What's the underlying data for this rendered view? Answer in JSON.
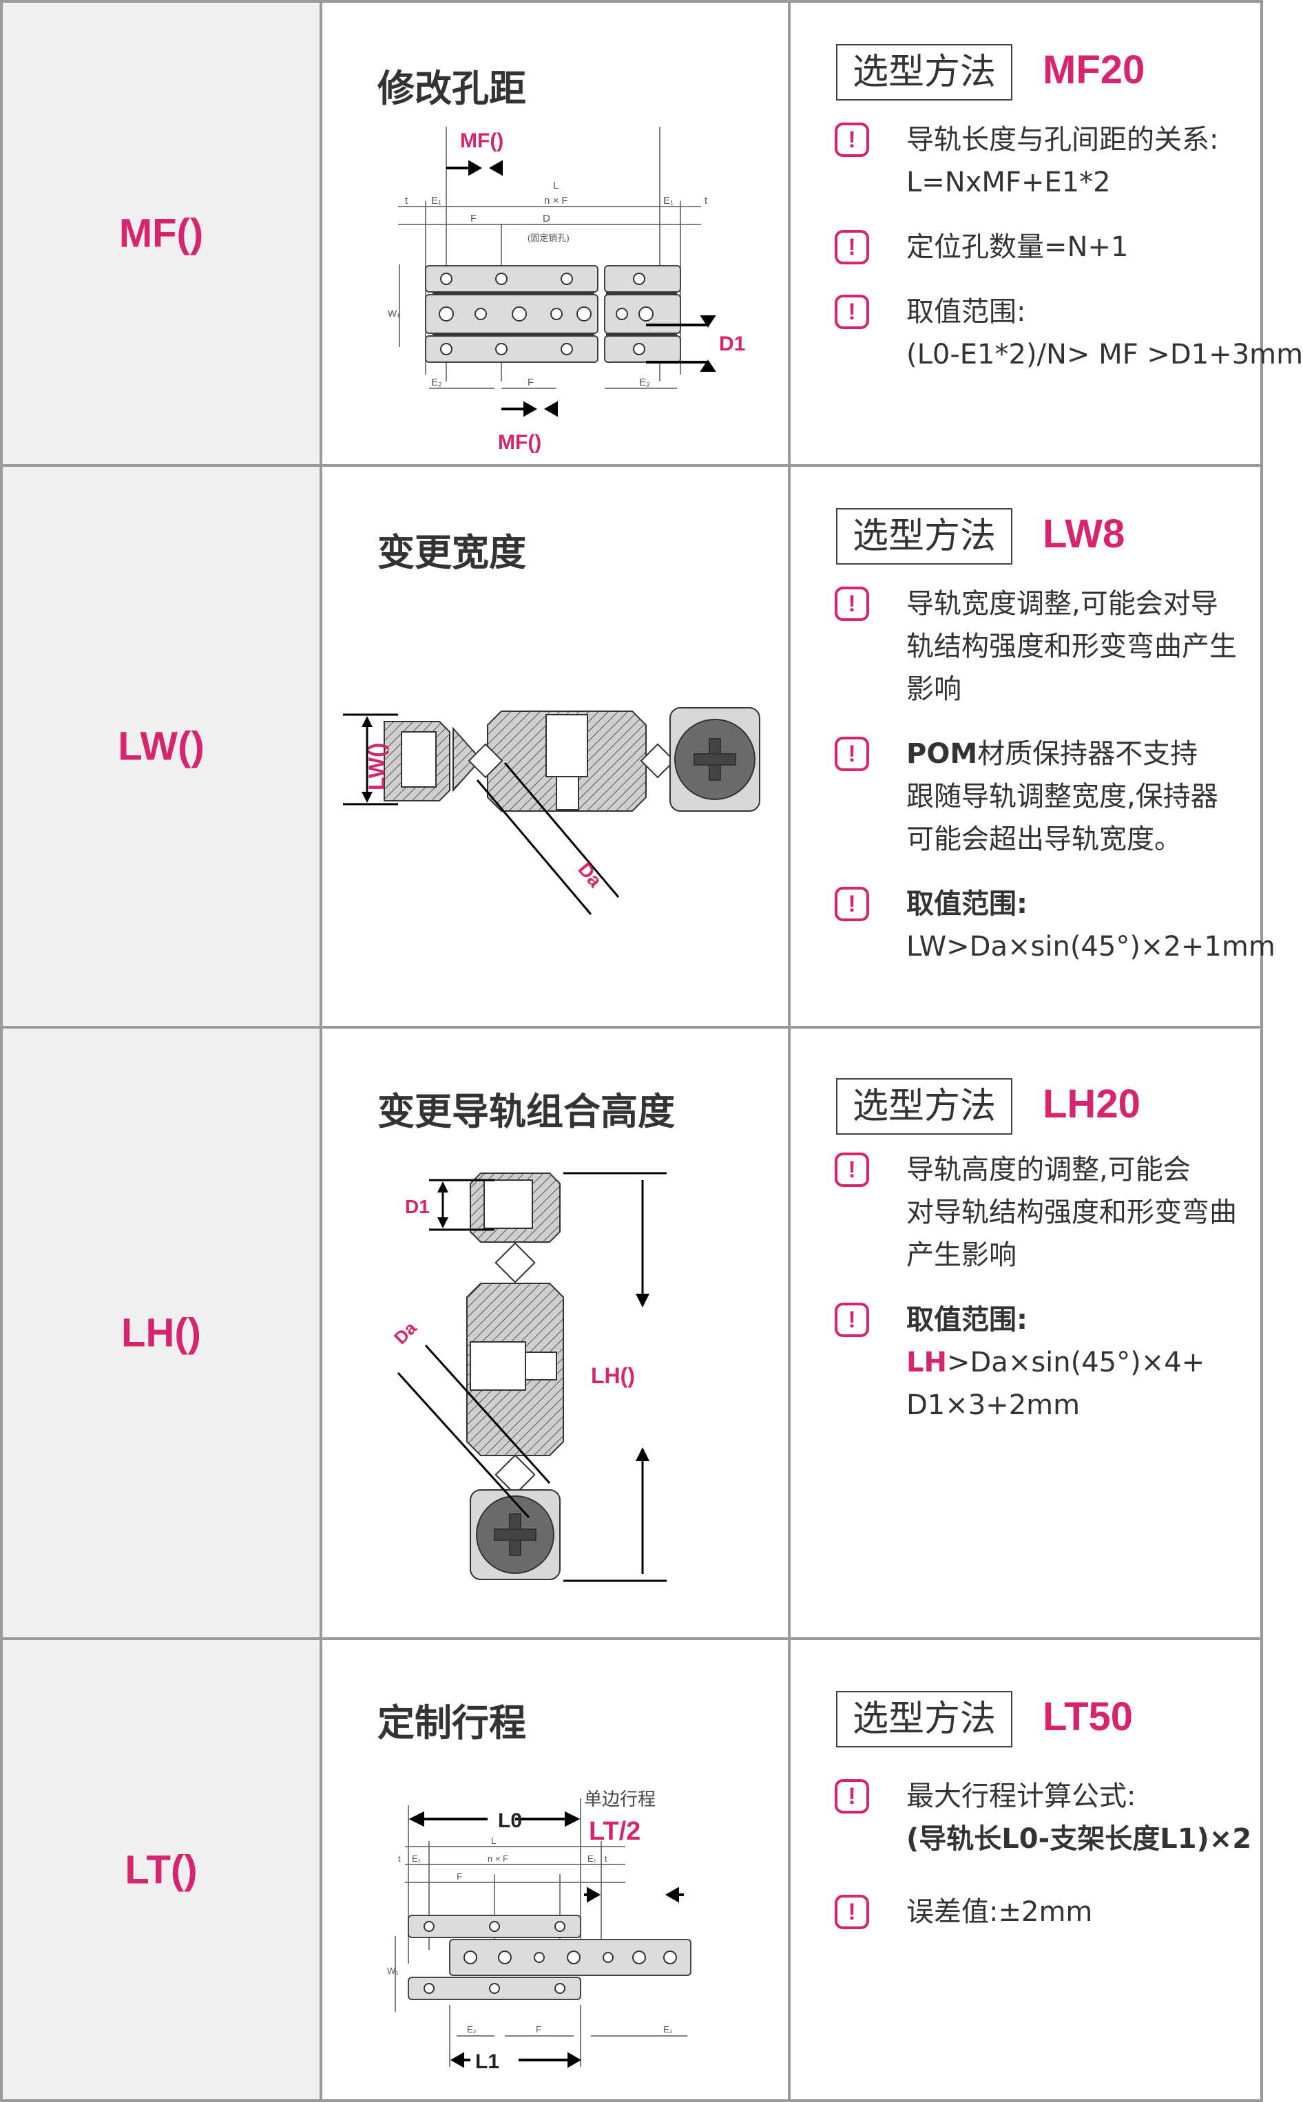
{
  "rows": [
    {
      "param": "MF()",
      "title": "修改孔距",
      "method_label": "选型方法",
      "code": "MF20",
      "diagram": {
        "mf_top": "MF()",
        "mf_bottom": "MF()",
        "d1": "D1",
        "l": "L",
        "t": "t",
        "e1": "E₁",
        "nxf": "n × F",
        "f": "F",
        "d": "D",
        "pin": "(固定销孔)",
        "w1": "W₁",
        "e2": "E₂"
      },
      "items": [
        {
          "lines": [
            "导轨长度与孔间距的关系:",
            "L=NxMF+E1*2"
          ]
        },
        {
          "lines": [
            "定位孔数量=N+1"
          ]
        },
        {
          "lines": [
            "取值范围:",
            "(L0-E1*2)/N> MF >D1+3mm"
          ]
        }
      ]
    },
    {
      "param": "LW()",
      "title": "变更宽度",
      "method_label": "选型方法",
      "code": "LW8",
      "diagram": {
        "lw": "LW()",
        "da": "Da"
      },
      "items": [
        {
          "lines": [
            "导轨宽度调整,可能会对导",
            "轨结构强度和形变弯曲产生",
            "影响"
          ]
        },
        {
          "prefix_bold": "POM",
          "lines": [
            "材质保持器不支持",
            "跟随导轨调整宽度,保持器",
            "可能会超出导轨宽度。"
          ]
        },
        {
          "title_bold": "取值范围:",
          "lines": [
            "LW>Da×sin(45°)×2+1mm"
          ]
        }
      ]
    },
    {
      "param": "LH()",
      "title": "变更导轨组合高度",
      "method_label": "选型方法",
      "code": "LH20",
      "diagram": {
        "d1": "D1",
        "da": "Da",
        "lh": "LH()"
      },
      "items": [
        {
          "lines": [
            "导轨高度的调整,可能会",
            "对导轨结构强度和形变弯曲",
            "产生影响"
          ]
        },
        {
          "title_bold": "取值范围:",
          "prefix_pink": "LH",
          "lines": [
            ">Da×sin(45°)×4+",
            "D1×3+2mm"
          ]
        }
      ]
    },
    {
      "param": "LT()",
      "title": "定制行程",
      "method_label": "选型方法",
      "code": "LT50",
      "diagram": {
        "l0": "L0",
        "single": "单边行程",
        "lt2": "LT/2",
        "l": "L",
        "t": "t",
        "e1": "E₁",
        "nxf": "n × F",
        "f": "F",
        "w1": "W₁",
        "e2": "E₂",
        "l1": "L1"
      },
      "items": [
        {
          "lines": [
            "最大行程计算公式:"
          ],
          "bold_lines": [
            "(导轨长L0-支架长度L1)×2"
          ]
        },
        {
          "lines": [
            "误差值:±2mm"
          ]
        }
      ]
    }
  ],
  "colors": {
    "accent": "#d6246e",
    "grid": "#9a9a9a",
    "label_bg": "#f0f0f0",
    "text": "#333333"
  },
  "icon": "exclamation-icon"
}
